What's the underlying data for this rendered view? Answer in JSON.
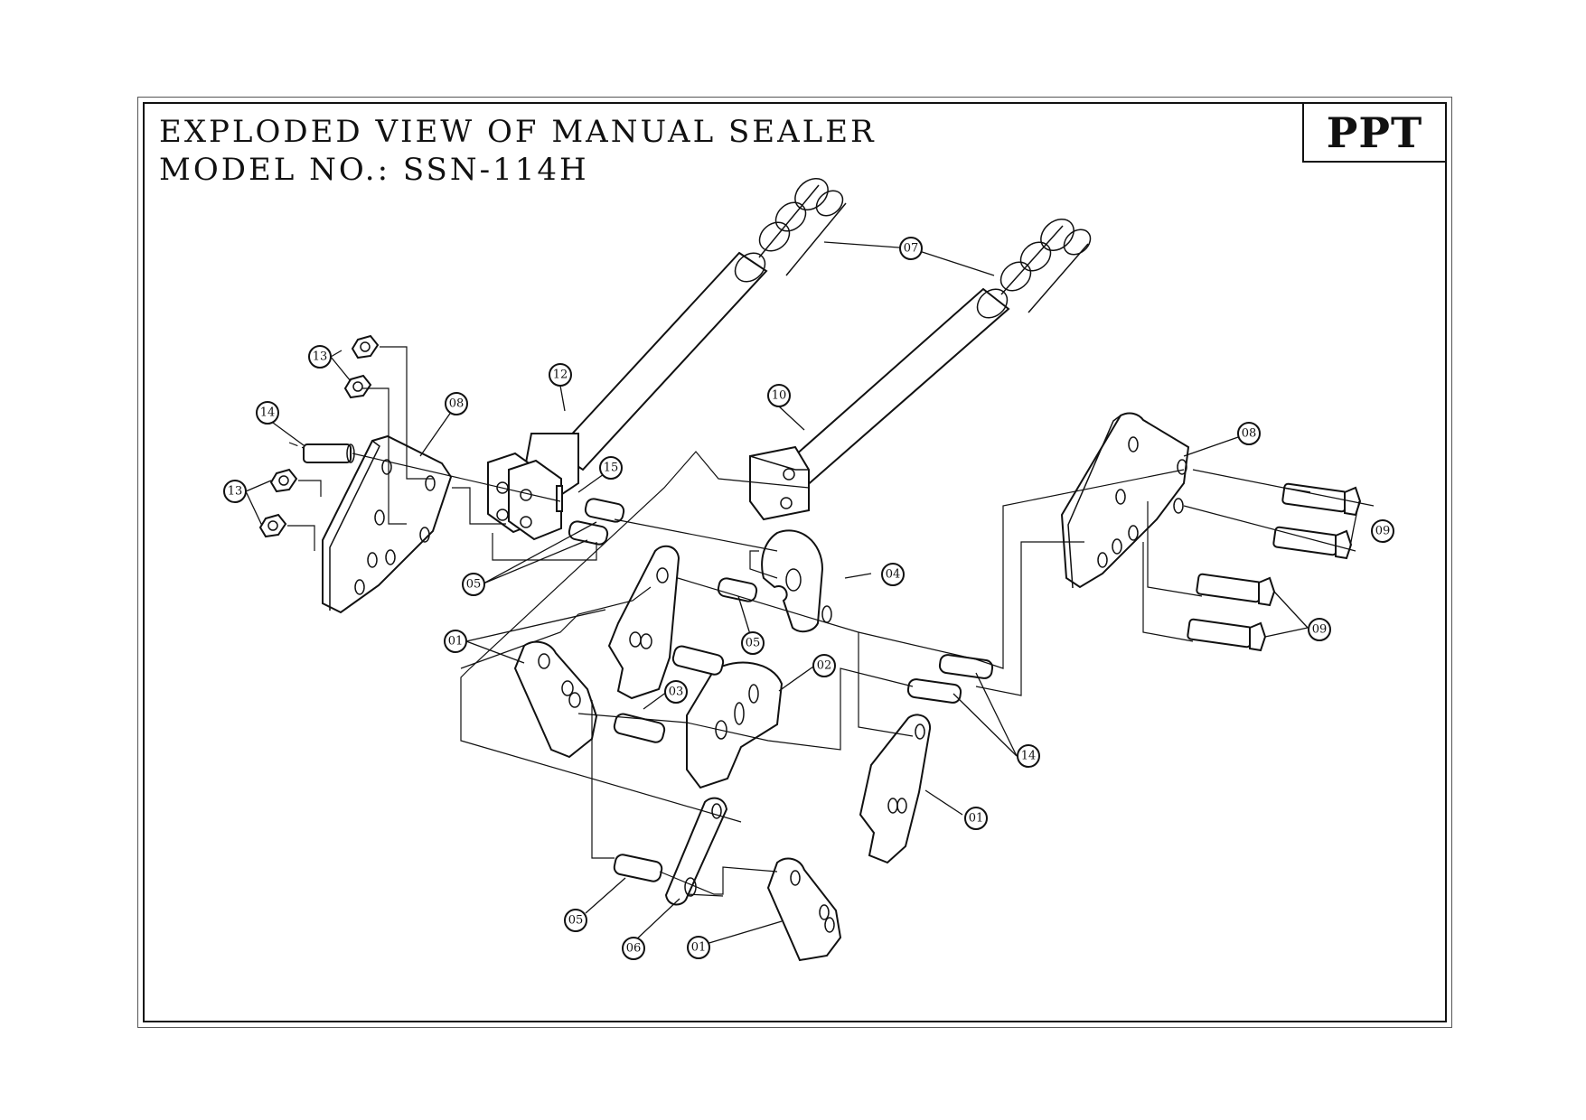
{
  "title": {
    "line1": "EXPLODED VIEW OF MANUAL SEALER",
    "line2": "MODEL NO.: SSN-114H"
  },
  "logo": "PPT",
  "callouts": {
    "c01a": "01",
    "c01b": "01",
    "c01c": "01",
    "c02": "02",
    "c03": "03",
    "c04": "04",
    "c05a": "05",
    "c05b": "05",
    "c05c": "05",
    "c06": "06",
    "c07": "07",
    "c08a": "08",
    "c08b": "08",
    "c09a": "09",
    "c09b": "09",
    "c10": "10",
    "c12": "12",
    "c13a": "13",
    "c13b": "13",
    "c14a": "14",
    "c14b": "14",
    "c15": "15"
  }
}
